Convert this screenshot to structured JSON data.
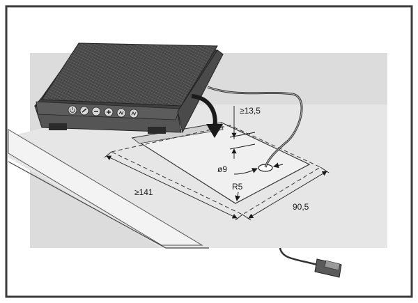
{
  "diagram": {
    "dimensions": {
      "min_height_clearance": "≥13,5",
      "hole_diameter": "ø9",
      "corner_radius": "R5",
      "min_cutout_length": "≥141",
      "cutout_width": "90,5"
    },
    "icons": [
      "speaker-grille-icon",
      "power-button-icon",
      "phone-button-icon",
      "minus-button-icon",
      "plus-button-icon",
      "mic-button-icon",
      "mute-button-icon",
      "cable-icon",
      "plug-connector-icon",
      "rotation-arrow-icon"
    ],
    "colors": {
      "frame": "#3a3a3a",
      "backdrop": "#dcdcdc",
      "table_top": "#e9e9e9",
      "cutout": "#f2f2f2",
      "device_body": "#4a4a4a",
      "button_face": "#d8d8d8"
    }
  }
}
